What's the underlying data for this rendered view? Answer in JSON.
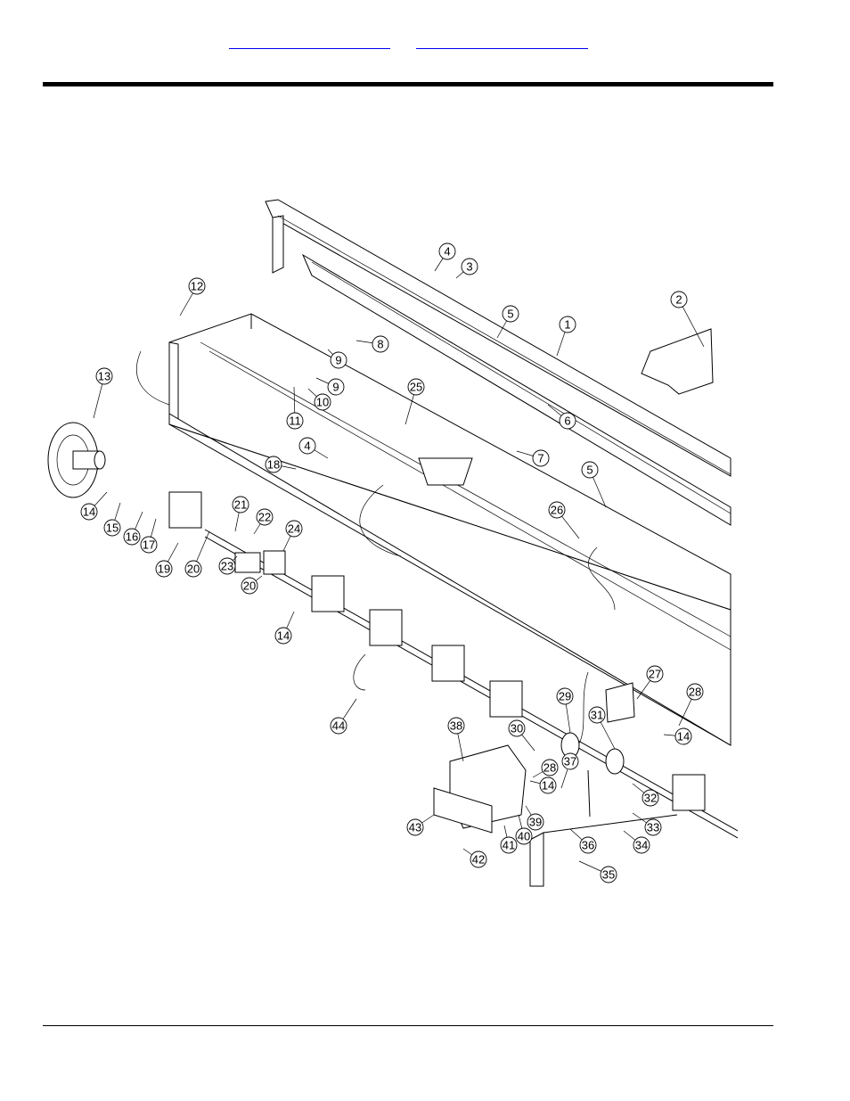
{
  "header": {
    "links": [
      {
        "label": "",
        "color": "#0000ee"
      },
      {
        "label": "",
        "color": "#0000ee"
      }
    ]
  },
  "diagram": {
    "callouts": [
      "1",
      "2",
      "3",
      "4",
      "5",
      "6",
      "7",
      "8",
      "9",
      "10",
      "11",
      "12",
      "13",
      "14",
      "15",
      "16",
      "17",
      "18",
      "19",
      "20",
      "21",
      "22",
      "23",
      "24",
      "25",
      "26",
      "27",
      "28",
      "29",
      "30",
      "31",
      "32",
      "33",
      "34",
      "35",
      "36",
      "37",
      "38",
      "39",
      "40",
      "41",
      "42",
      "43",
      "44"
    ],
    "repeated_callouts": [
      "4",
      "5",
      "9",
      "14",
      "14",
      "14",
      "20",
      "28"
    ]
  }
}
